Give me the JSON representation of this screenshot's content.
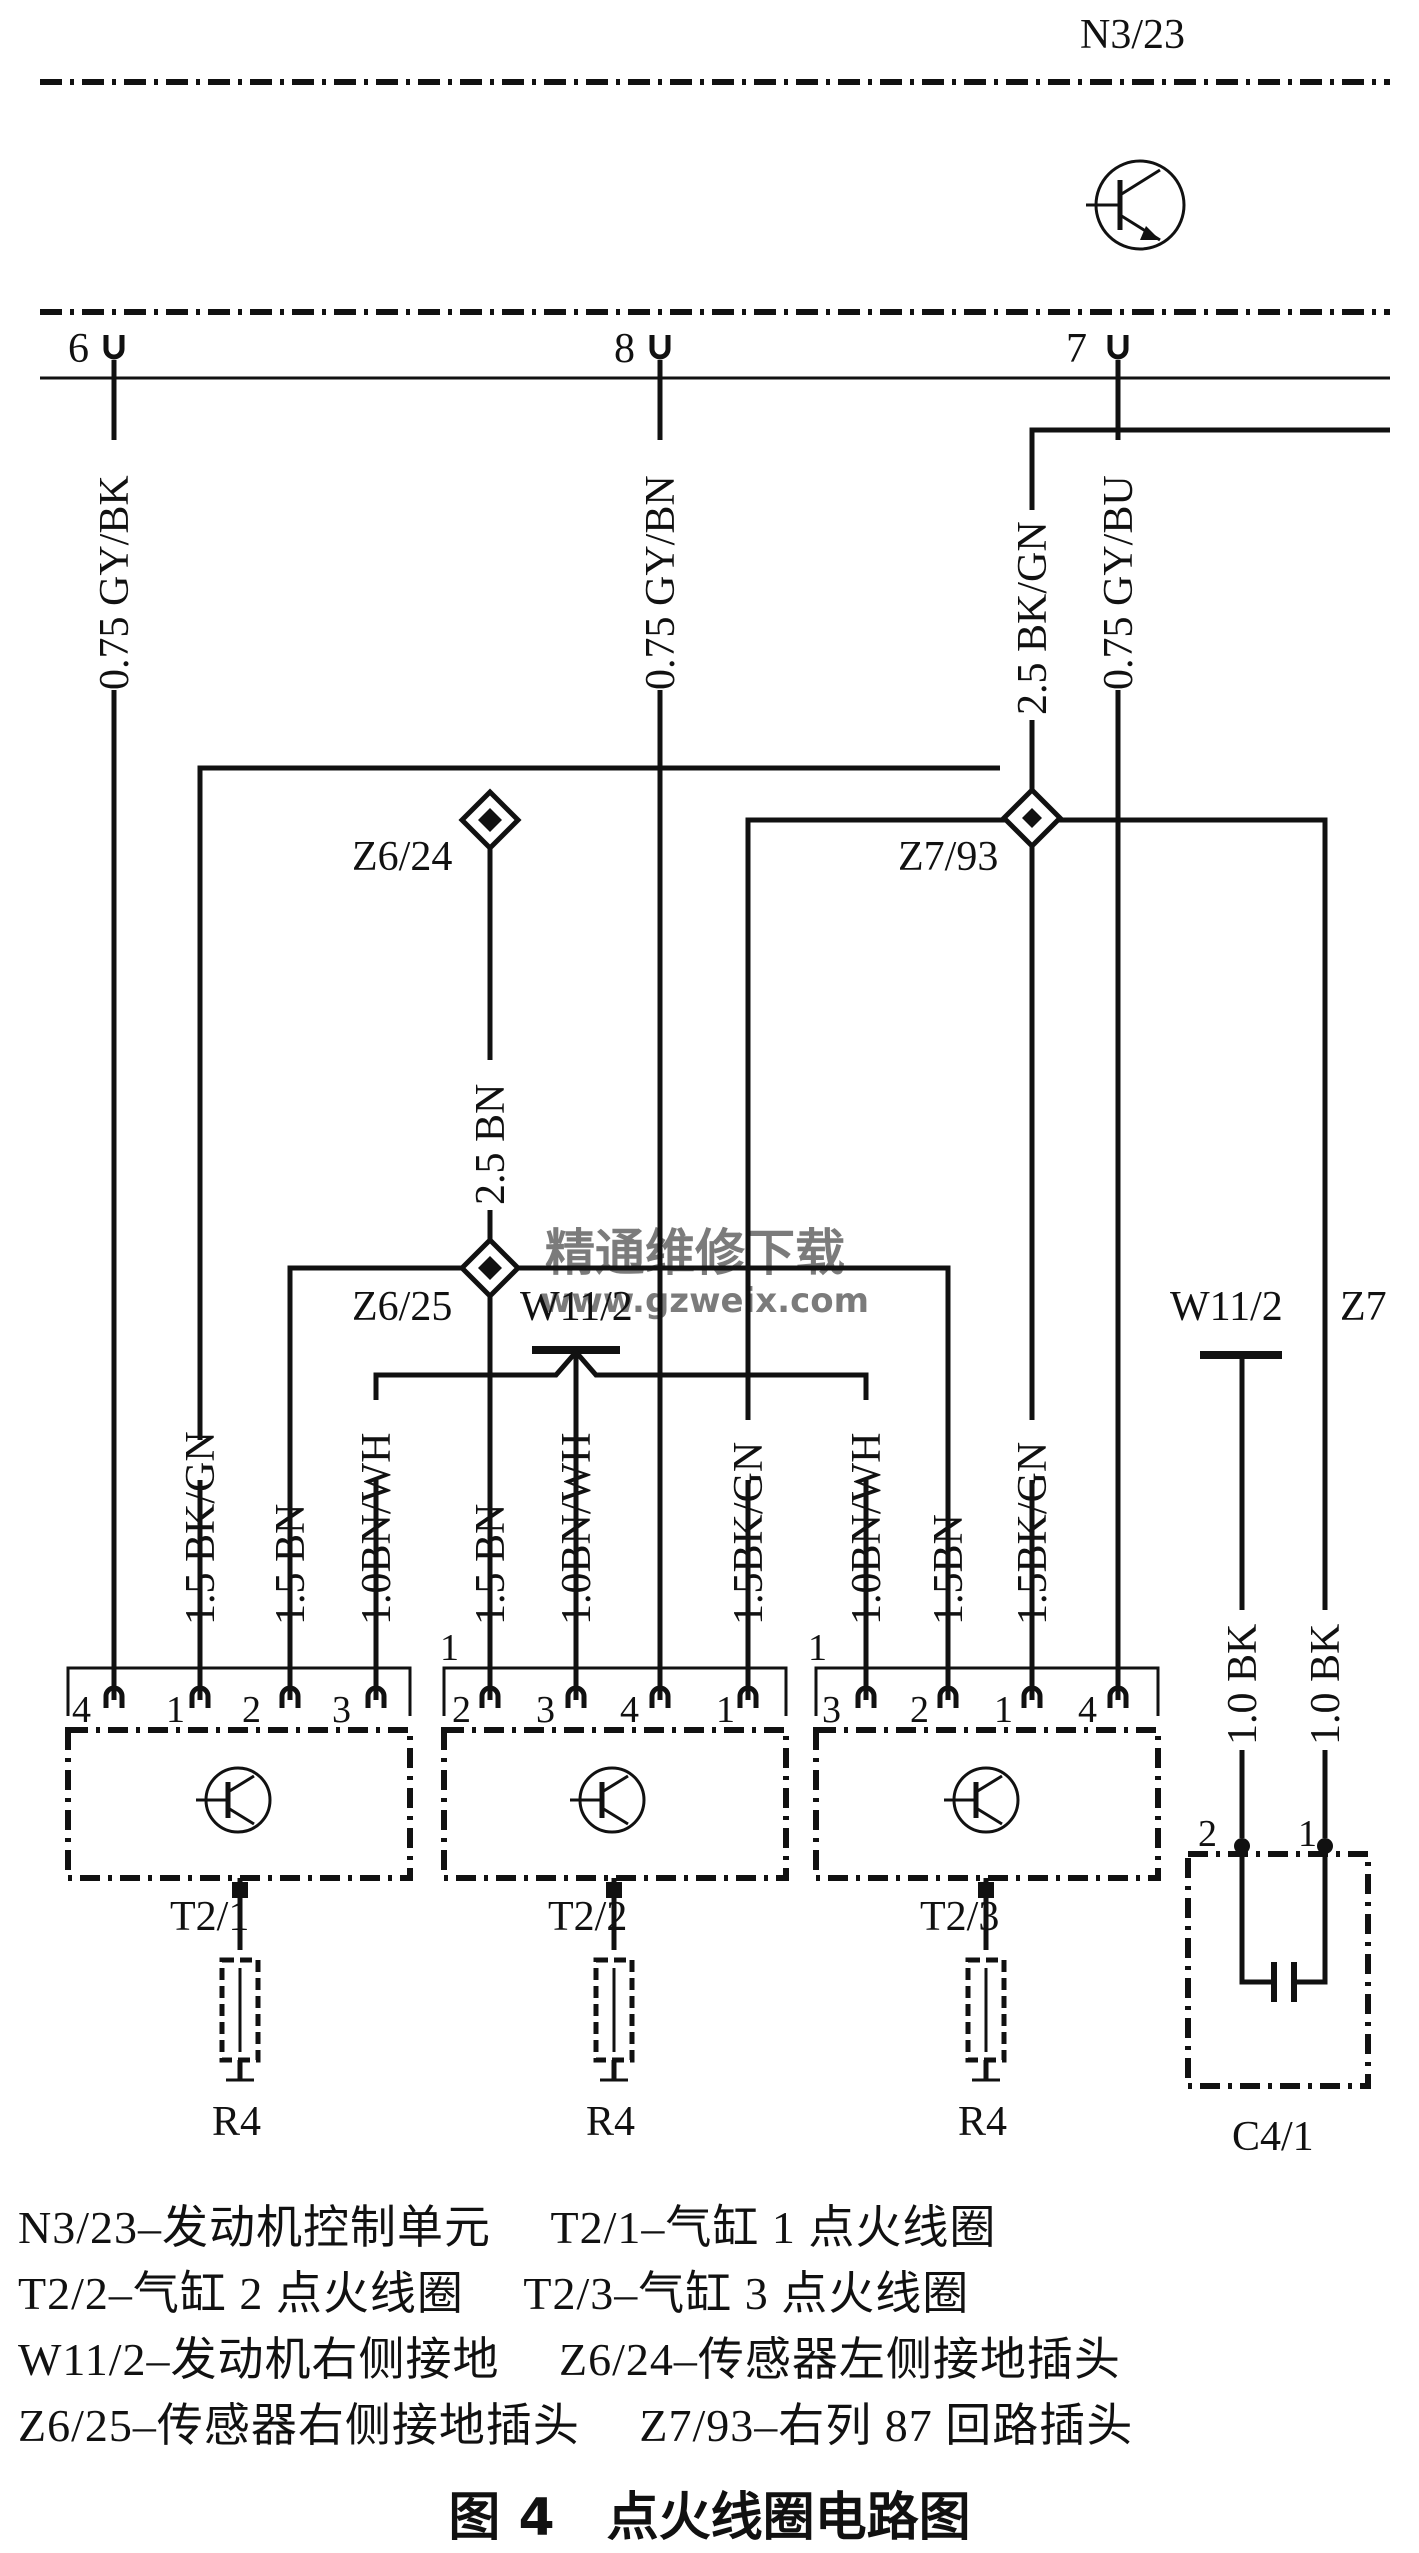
{
  "ecu": {
    "id": "N3/23",
    "pins": {
      "p6": "6",
      "p8": "8",
      "p7": "7"
    }
  },
  "wires": {
    "w6": "0.75 GY/BK",
    "w8": "0.75 GY/BN",
    "w7": "0.75 GY/BU",
    "wz7": "2.5 BK/GN",
    "wz6": "2.5 BN",
    "c1_bkgn": "1.5 BK/GN",
    "c1_bn": "1.5 BN",
    "c1_bnwh": "1.0BN/WH",
    "c2_bn": "1.5 BN",
    "c2_bnwh": "1.0BN/WH",
    "c3_bkgn": "1.5BK/GN",
    "c3_bnwh": "1.0BN/WH",
    "c3_bn": "1.5BN",
    "c3_bkgn2": "1.5BK/GN",
    "cap_bk1": "1.0 BK",
    "cap_bk2": "1.0 BK"
  },
  "splices": {
    "z624": "Z6/24",
    "z625": "Z6/25",
    "z793": "Z7/93",
    "z7": "Z7"
  },
  "grounds": {
    "w112_a": "W11/2",
    "w112_b": "W11/2"
  },
  "coils": [
    {
      "id": "T2/1",
      "pins": [
        "4",
        "1",
        "2",
        "3"
      ]
    },
    {
      "id": "T2/2",
      "pins": [
        "2",
        "3",
        "4",
        "1"
      ],
      "tab": "1"
    },
    {
      "id": "T2/3",
      "pins": [
        "3",
        "2",
        "1",
        "4"
      ],
      "tab": "1"
    }
  ],
  "plugs": [
    "R4",
    "R4",
    "R4"
  ],
  "capacitor": {
    "id": "C4/1",
    "pins": [
      "2",
      "1"
    ]
  },
  "watermark": {
    "cn": "精通维修下载",
    "url": "www.gzweix.com"
  },
  "legend": [
    "N3/23–发动机控制单元",
    "T2/1–气缸 1 点火线圈",
    "T2/2–气缸 2 点火线圈",
    "T2/3–气缸 3 点火线圈",
    "W11/2–发动机右侧接地",
    "Z6/24–传感器左侧接地插头",
    "Z6/25–传感器右侧接地插头",
    "Z7/93–右列 87 回路插头"
  ],
  "caption": "图 4　点火线圈电路图"
}
